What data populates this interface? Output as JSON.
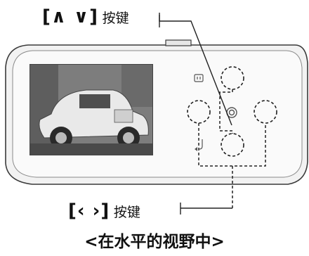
{
  "top_label": {
    "bracket_text": "[∧ ∨]",
    "key_text": "按键"
  },
  "bottom_label": {
    "bracket_text": "[‹ ›]",
    "key_text": "按键"
  },
  "caption": "<在水平的视野中>",
  "device": {
    "small_icon": "pause-icon",
    "center_icon": "target-icon",
    "return_icon": "return-arrow-icon",
    "image_subject": "vintage taxi car photo"
  }
}
